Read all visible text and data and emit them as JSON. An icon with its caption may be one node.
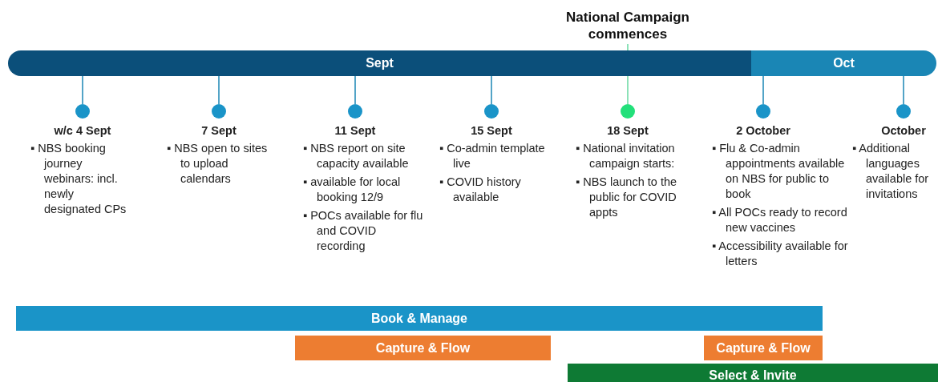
{
  "diagram": {
    "nodes": [
      {
        "text": [
          "Sept"
        ]
      },
      {
        "text": [
          "Oct"
        ]
      },
      {
        "text": [
          "National Campaign commences"
        ]
      },
      {
        "text": [],
        "shape": "circle",
        "beside": [
          "w/c 4 Sept",
          "▪ NBS booking journey webinars: incl. newly designated CPs"
        ]
      },
      {
        "text": [],
        "shape": "circle",
        "beside": [
          "7 Sept",
          "▪ NBS open to sites to upload calendars"
        ]
      },
      {
        "text": [],
        "shape": "circle",
        "beside": [
          "11 Sept",
          "▪ NBS report on site capacity available",
          "▪ available for local booking 12/9",
          "▪ POCs available for flu and COVID recording"
        ]
      },
      {
        "text": [],
        "shape": "circle",
        "beside": [
          "15 Sept",
          "▪ Co-admin template live",
          "▪ COVID history available"
        ]
      },
      {
        "text": [],
        "shape": "circle",
        "beside": [
          "18 Sept",
          "▪ National invitation campaign starts:",
          "▪ NBS launch to the public for COVID appts"
        ]
      },
      {
        "text": [],
        "shape": "circle",
        "beside": [
          "2 October",
          "▪ Flu & Co-admin appointments available on NBS for public to book",
          "▪ All POCs ready to record new vaccines",
          "▪ Accessibility available for letters"
        ]
      },
      {
        "text": [],
        "shape": "circle",
        "beside": [
          "October",
          "▪ Additional languages available for invitations"
        ]
      },
      {
        "text": [
          "Book & Manage"
        ]
      },
      {
        "text": [
          "Capture & Flow"
        ]
      },
      {
        "text": [
          "Capture & Flow"
        ]
      },
      {
        "text": [
          "Select & Invite"
        ]
      }
    ],
    "edges": [
      {
        "from": 0,
        "to": 3,
        "arrow": "none"
      },
      {
        "from": 0,
        "to": 4,
        "arrow": "none"
      },
      {
        "from": 0,
        "to": 5,
        "arrow": "none"
      },
      {
        "from": 0,
        "to": 6,
        "arrow": "none"
      },
      {
        "from": 2,
        "to": 0,
        "arrow": "none",
        "color": "#66d9a0"
      },
      {
        "from": 0,
        "to": 7,
        "arrow": "none",
        "color": "#66d9a0"
      },
      {
        "from": 1,
        "to": 8,
        "arrow": "none"
      },
      {
        "from": 1,
        "to": 9,
        "arrow": "none"
      }
    ]
  }
}
